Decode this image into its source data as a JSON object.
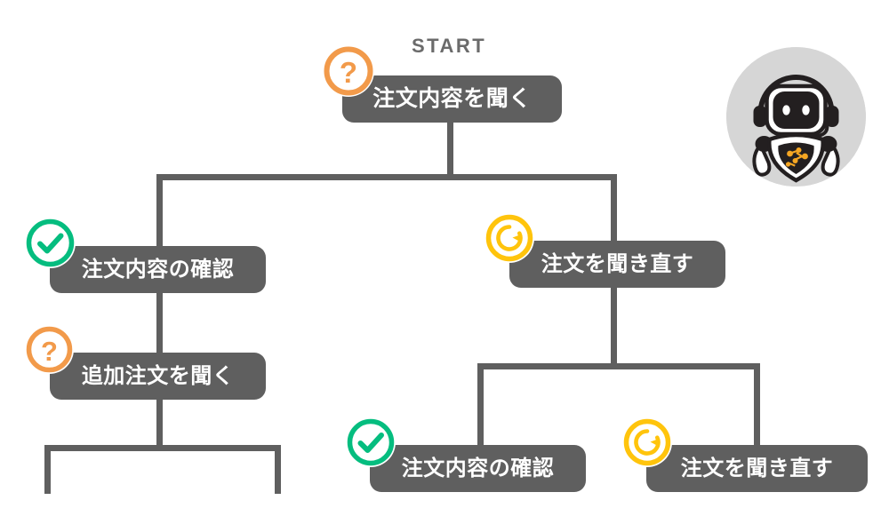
{
  "diagram": {
    "start_label": "START",
    "colors": {
      "node_fill": "#5f5f5f",
      "node_text": "#ffffff",
      "line": "#5f5f5f",
      "question_badge": "#f29a4a",
      "check_badge": "#05bd7f",
      "retry_badge": "#ffc40c",
      "avatar_background": "#d6d6d6",
      "start_text": "#6b6b6b"
    },
    "nodes": [
      {
        "id": "root",
        "label": "注文内容を聞く",
        "badge": "question-icon",
        "badge_color": "#f29a4a"
      },
      {
        "id": "left-confirm",
        "label": "注文内容の確認",
        "badge": "check-icon",
        "badge_color": "#05bd7f"
      },
      {
        "id": "left-additional",
        "label": "追加注文を聞く",
        "badge": "question-icon",
        "badge_color": "#f29a4a"
      },
      {
        "id": "right-retry",
        "label": "注文を聞き直す",
        "badge": "retry-icon",
        "badge_color": "#ffc40c"
      },
      {
        "id": "right-confirm",
        "label": "注文内容の確認",
        "badge": "check-icon",
        "badge_color": "#05bd7f"
      },
      {
        "id": "right-retry-2",
        "label": "注文を聞き直す",
        "badge": "retry-icon",
        "badge_color": "#ffc40c"
      }
    ],
    "avatar": {
      "name": "robot-assistant-avatar",
      "face_color": "#231f20",
      "body_color": "#ffffff",
      "chest_accent": "#f5a623"
    }
  }
}
